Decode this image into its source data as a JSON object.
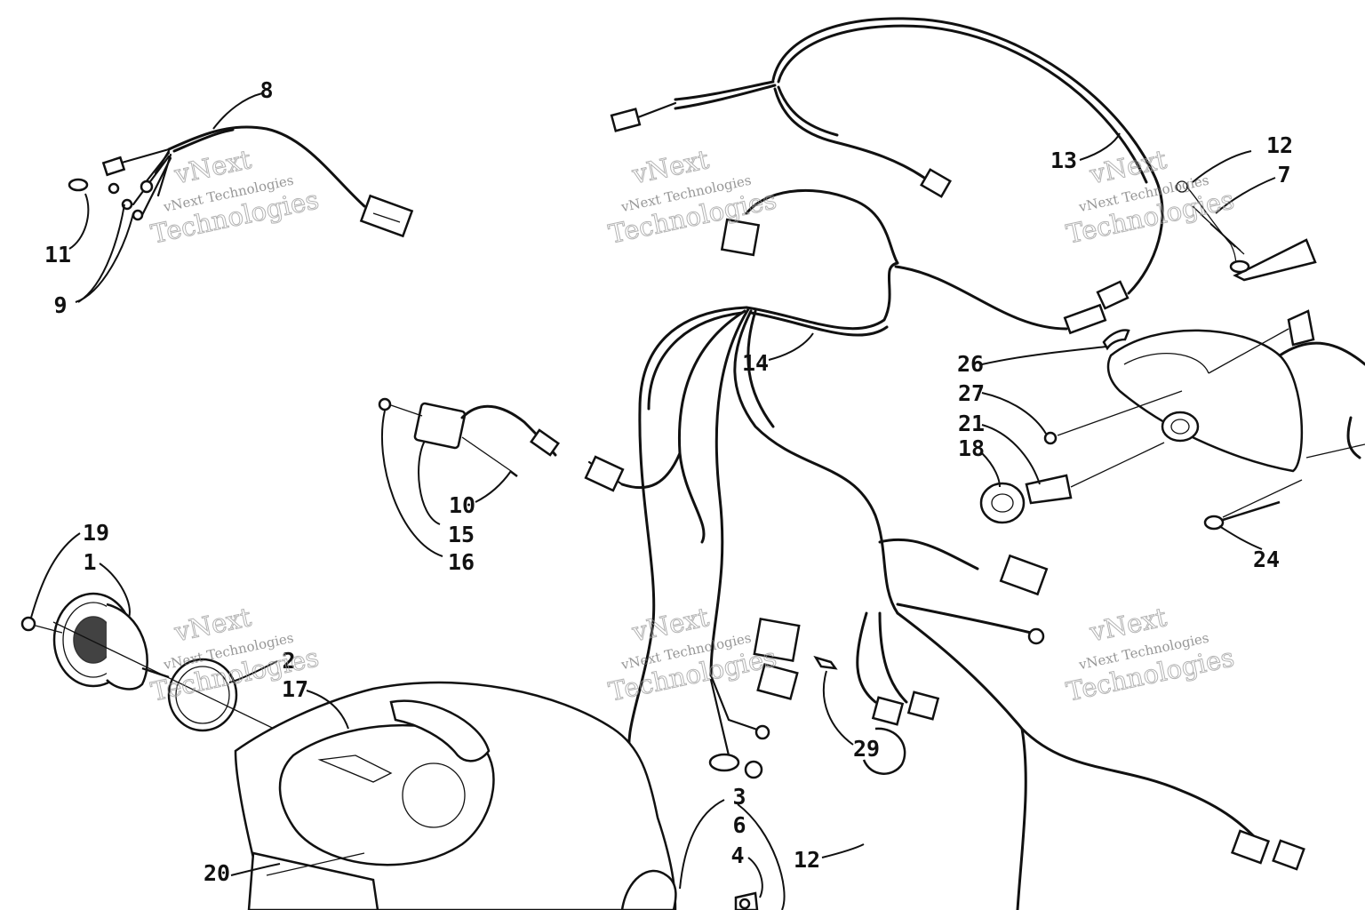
{
  "callouts": [
    "8",
    "11",
    "9",
    "13",
    "12",
    "7",
    "14",
    "26",
    "27",
    "21",
    "18",
    "10",
    "15",
    "16",
    "24",
    "19",
    "1",
    "2",
    "17",
    "29",
    "3",
    "6",
    "4",
    "12",
    "20"
  ],
  "watermark": {
    "line1": "vNext",
    "line2": "vNext Technologies",
    "line3": "Technologies"
  }
}
